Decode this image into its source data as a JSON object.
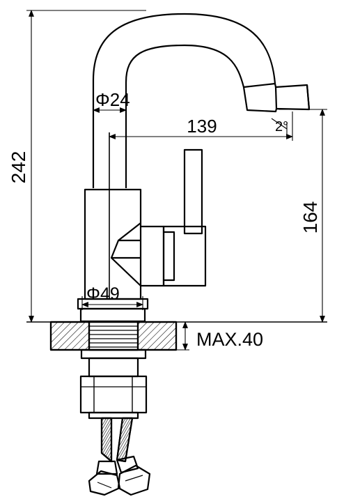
{
  "dimensions": {
    "total_height": "242",
    "spout_diameter": "Φ24",
    "spout_reach": "139",
    "swivel_angle": "2°",
    "spout_height": "164",
    "base_diameter": "Φ49",
    "max_mount_thickness": "MAX.40"
  }
}
